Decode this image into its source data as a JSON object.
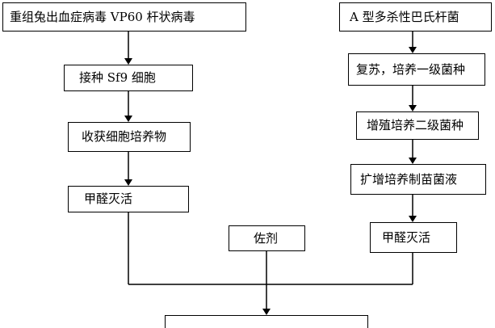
{
  "diagram": {
    "nodes": {
      "virus": "重组兔出血症病毒 VP60 杆状病毒",
      "inoculate": "接种 Sf9 细胞",
      "harvest": "收获细胞培养物",
      "inactivate_left": "甲醛灭活",
      "adjuvant": "佐剂",
      "bacteria": "A 型多杀性巴氏杆菌",
      "revive": "复苏，培养一级菌种",
      "expand_second": "增殖培养二级菌种",
      "amplify": "扩增培养制苗菌液",
      "inactivate_right": "甲醛灭活",
      "final": ""
    }
  }
}
